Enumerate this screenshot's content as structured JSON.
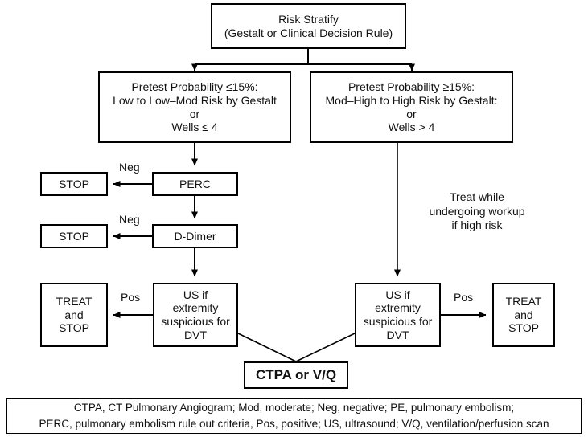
{
  "diagram": {
    "title_node": {
      "name": "risk-stratify",
      "lines": [
        "Risk Stratify",
        "(Gestalt or Clinical Decision Rule)"
      ]
    },
    "nodes": [
      {
        "name": "pretest-low",
        "lines": [
          "Pretest Probability ≤15%:",
          "Low to Low–Mod Risk by Gestalt",
          "or",
          "Wells ≤ 4"
        ],
        "underline_first": true
      },
      {
        "name": "pretest-high",
        "lines": [
          "Pretest Probability ≥15%:",
          "Mod–High to High Risk by Gestalt:",
          "or",
          "Wells > 4"
        ],
        "underline_first": true
      },
      {
        "name": "stop-perc",
        "lines": [
          "STOP"
        ]
      },
      {
        "name": "perc",
        "lines": [
          "PERC"
        ]
      },
      {
        "name": "stop-ddimer",
        "lines": [
          "STOP"
        ]
      },
      {
        "name": "d-dimer",
        "lines": [
          "D-Dimer"
        ]
      },
      {
        "name": "treat-and-stop-left",
        "lines": [
          "TREAT",
          "and",
          "STOP"
        ]
      },
      {
        "name": "us-dvt-left",
        "lines": [
          "US if",
          "extremity",
          "suspicious for",
          "DVT"
        ]
      },
      {
        "name": "us-dvt-right",
        "lines": [
          "US if",
          "extremity",
          "suspicious for",
          "DVT"
        ]
      },
      {
        "name": "treat-and-stop-right",
        "lines": [
          "TREAT",
          "and",
          "STOP"
        ]
      },
      {
        "name": "ctpa-or-vq",
        "lines": [
          "CTPA or V/Q"
        ]
      }
    ],
    "edge_labels": [
      {
        "name": "edge-label-neg-perc",
        "text": "Neg"
      },
      {
        "name": "edge-label-neg-ddimer",
        "text": "Neg"
      },
      {
        "name": "edge-label-pos-left",
        "text": "Pos"
      },
      {
        "name": "edge-label-pos-right",
        "text": "Pos"
      }
    ],
    "annotation": {
      "name": "treat-while-workup-note",
      "lines": [
        "Treat while",
        "undergoing workup",
        "if high risk"
      ]
    },
    "legend": {
      "name": "abbreviation-legend",
      "lines": [
        "CTPA, CT Pulmonary Angiogram; Mod, moderate; Neg, negative; PE, pulmonary embolism;",
        "PERC, pulmonary embolism rule out criteria, Pos, positive; US, ultrasound; V/Q, ventilation/perfusion scan"
      ]
    },
    "colors": {
      "stroke": "#000000",
      "background": "#ffffff",
      "text": "#111111"
    }
  }
}
